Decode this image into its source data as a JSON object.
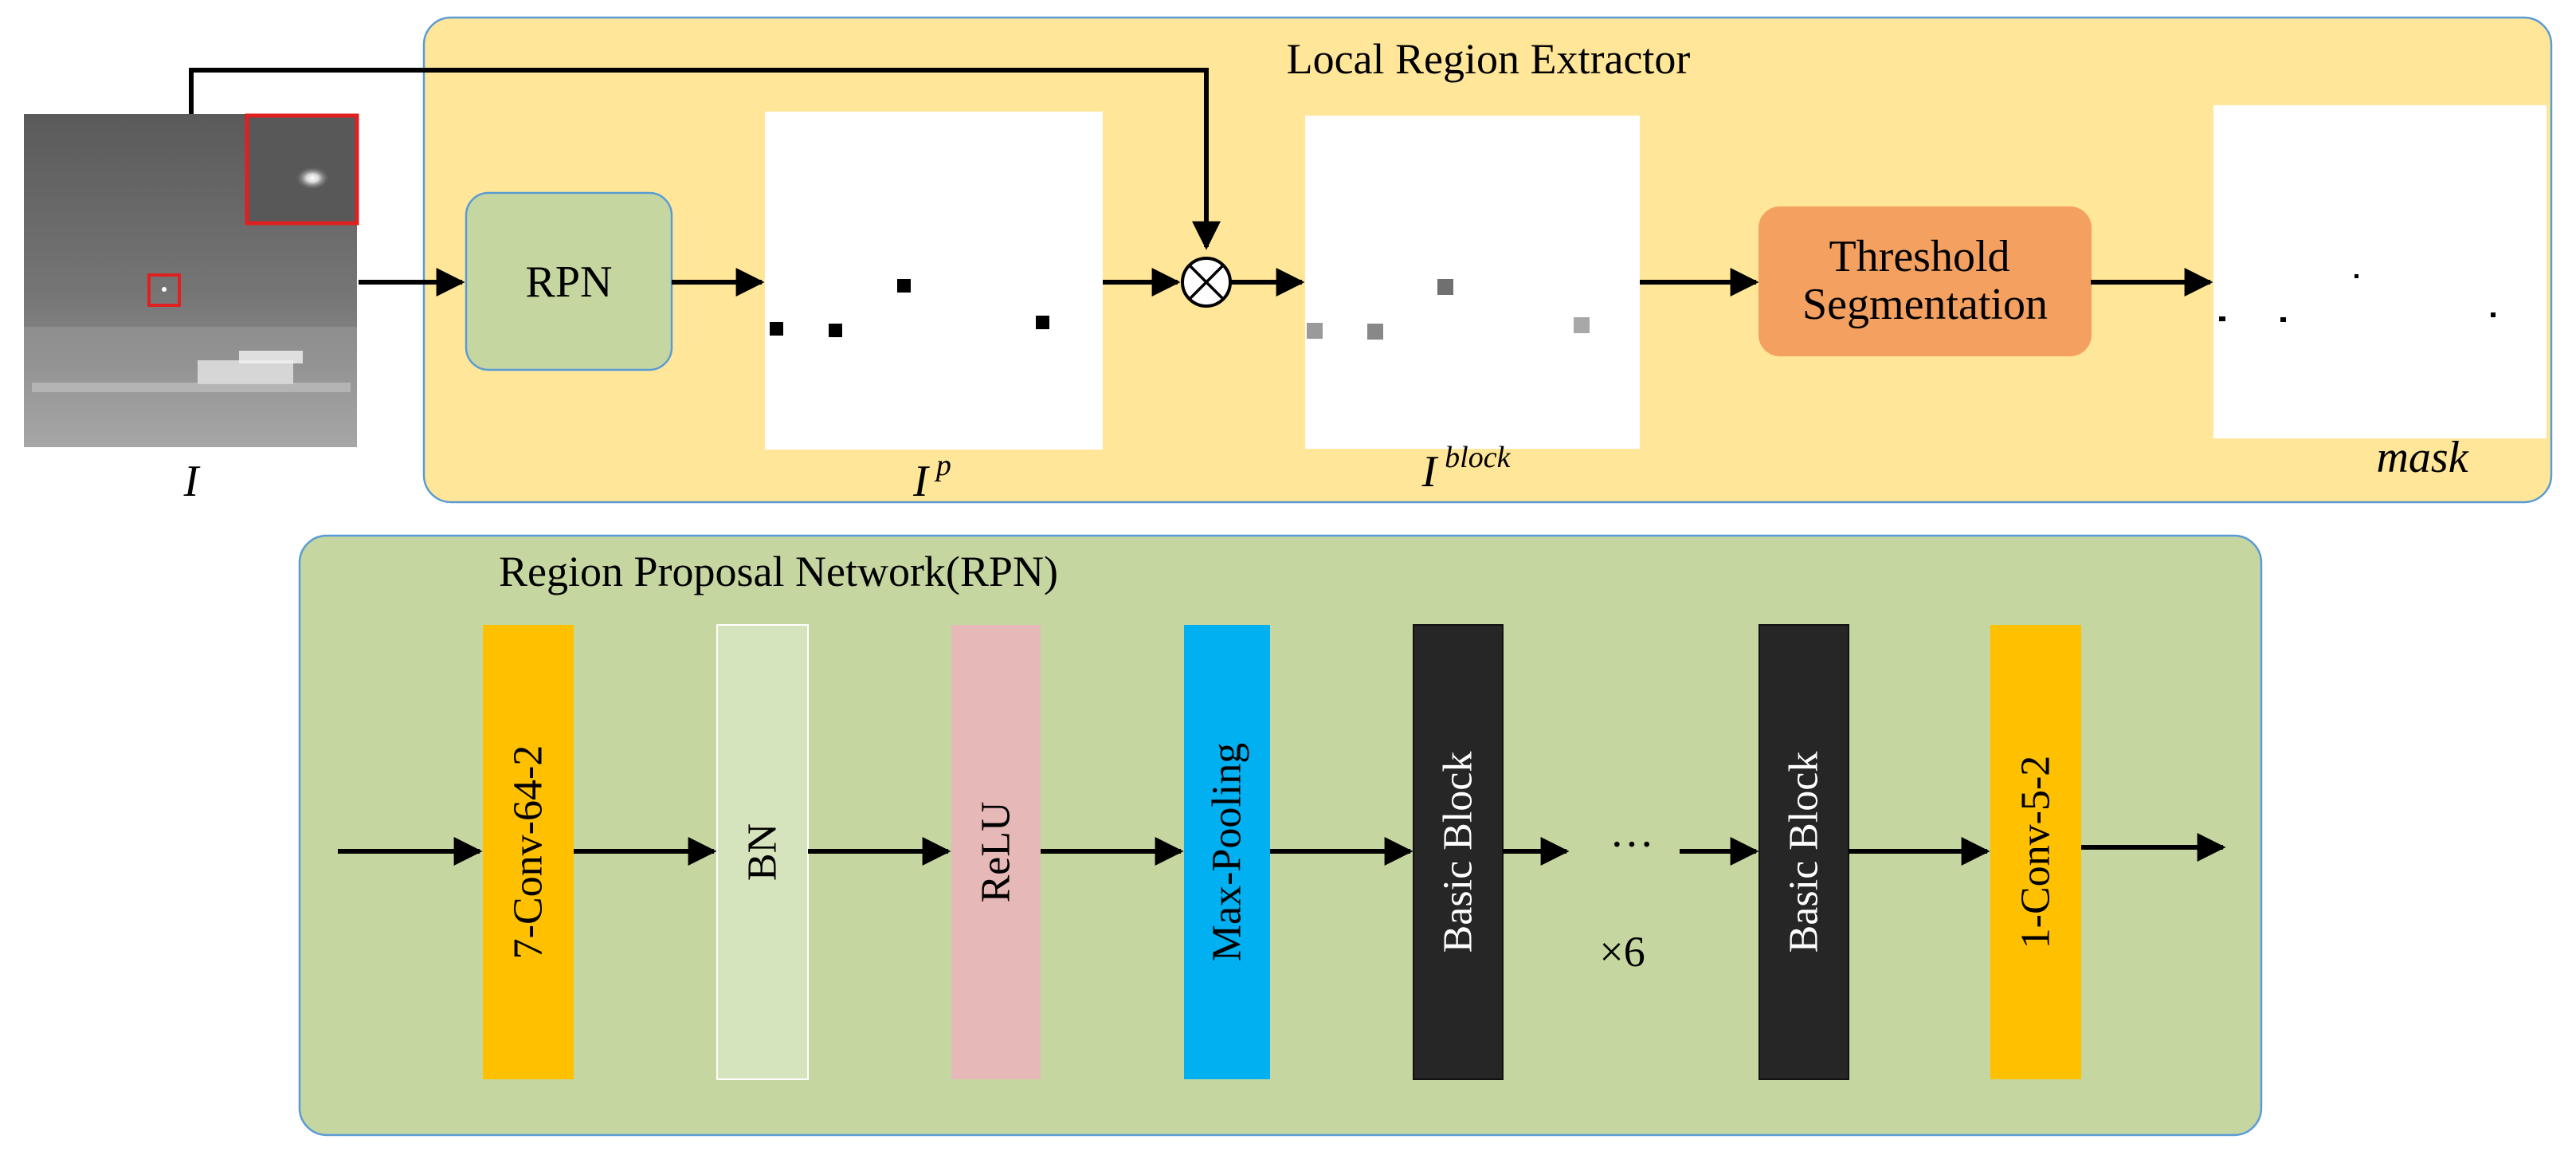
{
  "local_region_extractor": {
    "title": "Local Region Extractor",
    "rpn_label": "RPN",
    "threshold_line1": "Threshold",
    "threshold_line2": "Segmentation",
    "input_label": "I",
    "proposal_label_base": "I",
    "proposal_label_sup": "p",
    "block_label_base": "I",
    "block_label_sup": "block",
    "mask_label": "mask"
  },
  "rpn_network": {
    "title": "Region Proposal Network(RPN)",
    "layers": [
      {
        "label": "7-Conv-64-2",
        "fill": "#FFC000",
        "text_color": "#000000"
      },
      {
        "label": "BN",
        "fill": "#D6E4BE",
        "text_color": "#000000"
      },
      {
        "label": "ReLU",
        "fill": "#E6B8B7",
        "text_color": "#000000"
      },
      {
        "label": "Max-Pooling",
        "fill": "#00B0F0",
        "text_color": "#000000"
      },
      {
        "label": "Basic Block",
        "fill": "#262626",
        "text_color": "#FFFFFF"
      },
      {
        "label": "Basic Block",
        "fill": "#262626",
        "text_color": "#FFFFFF"
      },
      {
        "label": "1-Conv-5-2",
        "fill": "#FFC000",
        "text_color": "#000000"
      }
    ],
    "ellipsis": "···",
    "repeat": "×6"
  },
  "colors": {
    "lre_panel": "#FFE699",
    "rpn_panel": "#C5D6A0",
    "rpn_box": "#C5D6A0",
    "threshold_box": "#F4A060",
    "border": "#5B9BD5"
  }
}
